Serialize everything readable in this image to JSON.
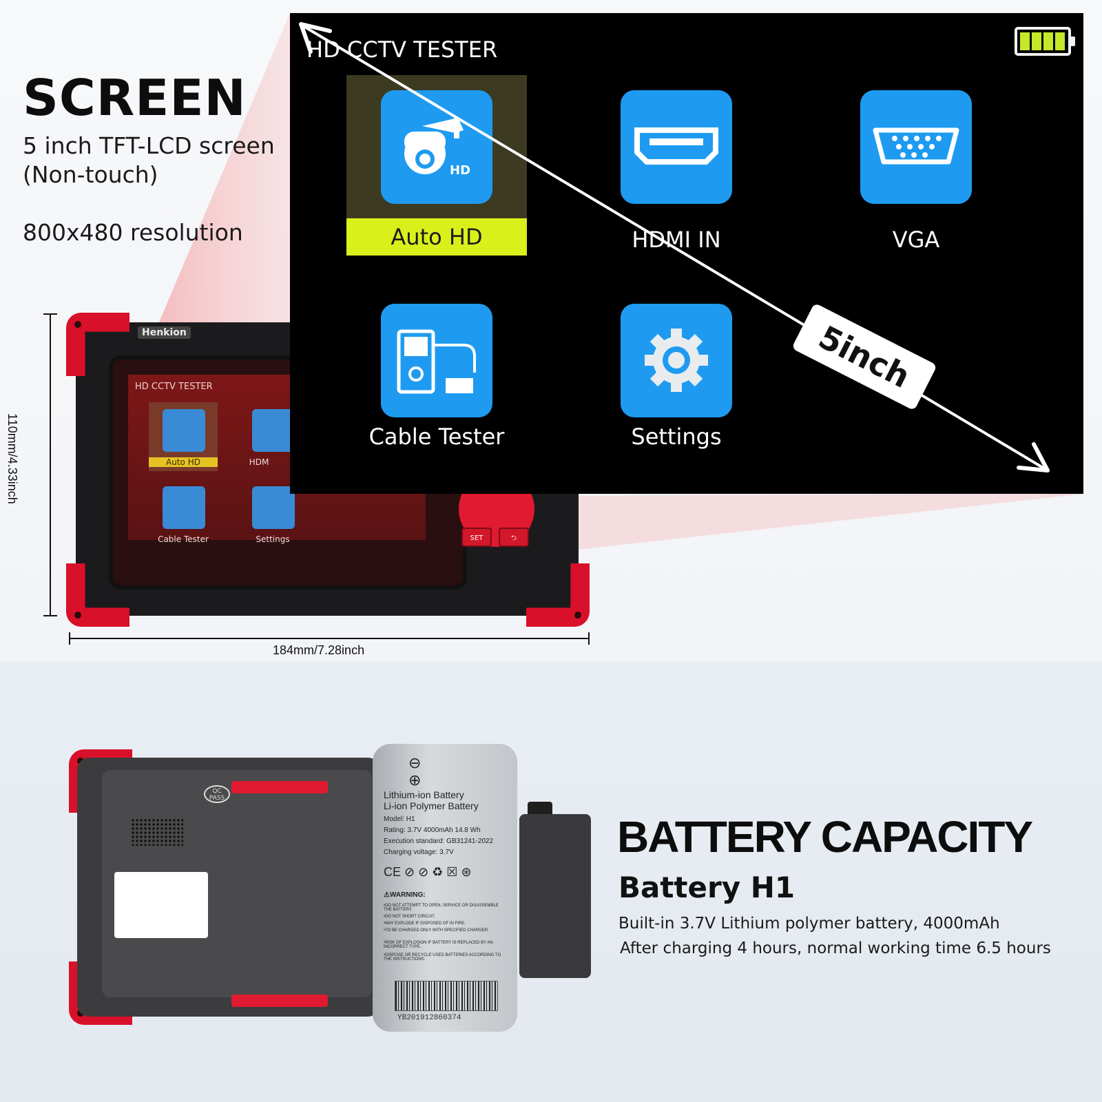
{
  "screen_section": {
    "title": "SCREEN",
    "size_line1": "5 inch TFT-LCD screen",
    "size_line2": "(Non-touch)",
    "resolution": "800x480 resolution"
  },
  "dimensions": {
    "height": "110mm/4.33inch",
    "width": "184mm/7.28inch"
  },
  "device": {
    "brand": "Henkion",
    "mini_title": "HD CCTV TESTER",
    "mini_items": [
      "Auto HD",
      "HDM",
      "Cable Tester",
      "Settings"
    ],
    "buttons": {
      "set": "SET",
      "back": "⮌"
    }
  },
  "lcd": {
    "title": "HD CCTV TESTER",
    "battery_level": 1.0,
    "selected_index": 0,
    "items": [
      {
        "label": "Auto HD",
        "icon": "ptz-camera-icon",
        "badge": "HD"
      },
      {
        "label": "HDMI IN",
        "icon": "hdmi-port-icon"
      },
      {
        "label": "VGA",
        "icon": "vga-port-icon"
      },
      {
        "label": "Cable Tester",
        "icon": "cable-tester-icon"
      },
      {
        "label": "Settings",
        "icon": "gear-icon"
      }
    ],
    "diagonal_label": "5inch",
    "tile_color": "#1e9bf0",
    "selected_color": "#d9f01a"
  },
  "battery_section": {
    "title": "BATTERY CAPACITY",
    "subtitle": "Battery H1",
    "line1": "Built-in 3.7V Lithium polymer battery, 4000mAh",
    "line2": "After charging 4 hours, normal working time 6.5 hours"
  },
  "battery_pack": {
    "symbols": "⊖ ⊕",
    "name1": "Lithium-ion Battery",
    "name2": "Li-ion Polymer Battery",
    "model": "Model: H1",
    "rating": "Rating: 3.7V 4000mAh 14.8 Wh",
    "standard": "Execution standard: GB31241-2022",
    "charging": "Charging voltage: 3.7V",
    "certs": "CE ⊘ ⊘ ♻ ☒ ⊛",
    "warning_title": "⚠WARNING:",
    "warnings": [
      "•DO NOT ATTEMPT TO OPEN, SERVICE OR DISASSEMBLE THE BATTERY.",
      "•DO NOT SHORT CIRCUIT.",
      "•MAY EXPLODE IF DISPOSED OF IN FIRE.",
      "•TO BE CHARGED ONLY WITH SPECIFIED CHARGER.",
      "•RISK OF EXPLOSION IF BATTERY IS REPLACED BY AN INCORRECT TYPE.",
      "•DISPOSE OR RECYCLE USED BATTERIES ACCORDING TO THE INSTRUCTIONS."
    ],
    "barcode_number": "YB201912860374",
    "qc": "QC PASS"
  }
}
